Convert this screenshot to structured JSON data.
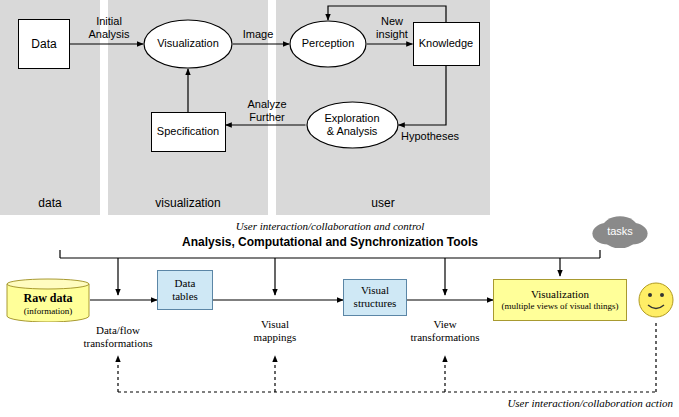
{
  "diagram": {
    "nodes": [
      {
        "text": [
          "Data"
        ]
      },
      {
        "text": [
          "Visualization"
        ]
      },
      {
        "text": [
          "Perception"
        ]
      },
      {
        "text": [
          "Knowledge"
        ]
      },
      {
        "text": [
          "Specification"
        ]
      },
      {
        "text": [
          "Exploration & Analysis"
        ]
      },
      {
        "text": [
          "Raw data",
          "(information)"
        ]
      },
      {
        "text": [
          "Data tables"
        ]
      },
      {
        "text": [
          "Visual structures"
        ]
      },
      {
        "text": [
          "Visualization",
          "(multiple views of visual things)"
        ]
      },
      {
        "text": [
          "tasks"
        ]
      }
    ],
    "edges": [
      {
        "from": 0,
        "to": 1,
        "label": "Initial Analysis",
        "arrow": "to"
      },
      {
        "from": 1,
        "to": 2,
        "label": "Image",
        "arrow": "to"
      },
      {
        "from": 2,
        "to": 3,
        "label": "New insight",
        "arrow": "to"
      },
      {
        "from": 3,
        "to": 2,
        "arrow": "to"
      },
      {
        "from": 3,
        "to": 5,
        "label": "Hypotheses",
        "arrow": "to"
      },
      {
        "from": 5,
        "to": 4,
        "label": "Analyze Further",
        "arrow": "to"
      },
      {
        "from": 4,
        "to": 1,
        "arrow": "to"
      },
      {
        "from": 6,
        "to": 7,
        "label": "Data/flow transformations",
        "arrow": "to"
      },
      {
        "from": 7,
        "to": 8,
        "label": "Visual mappings",
        "arrow": "to"
      },
      {
        "from": 8,
        "to": 9,
        "label": "View transformations",
        "arrow": "to"
      }
    ],
    "labels": [
      "data",
      "visualization",
      "user",
      "User interaction/collaboration and control",
      "Analysis, Computational and Synchronization Tools",
      "User interaction/collaboration action"
    ]
  }
}
